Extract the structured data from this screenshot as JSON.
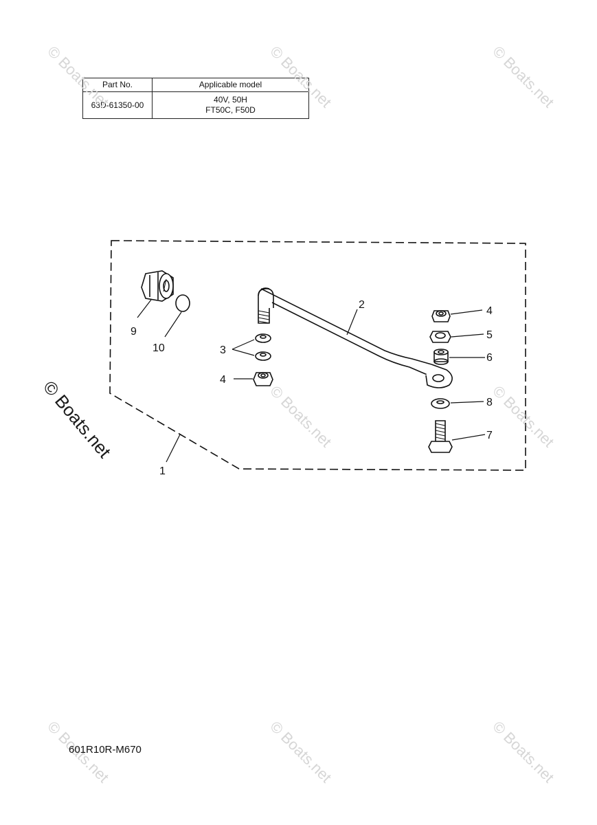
{
  "parts_table": {
    "headers": {
      "part_no": "Part No.",
      "applicable_model": "Applicable model"
    },
    "rows": [
      {
        "part_no": "63D-61350-00",
        "models": [
          "40V, 50H",
          "FT50C, F50D"
        ]
      }
    ]
  },
  "callouts": {
    "c1": "1",
    "c2": "2",
    "c3": "3",
    "c4a": "4",
    "c4b": "4",
    "c5": "5",
    "c6": "6",
    "c7": "7",
    "c8": "8",
    "c9": "9",
    "c10": "10"
  },
  "watermark": "© Boats.net",
  "drawing_code": "601R10R-M670"
}
